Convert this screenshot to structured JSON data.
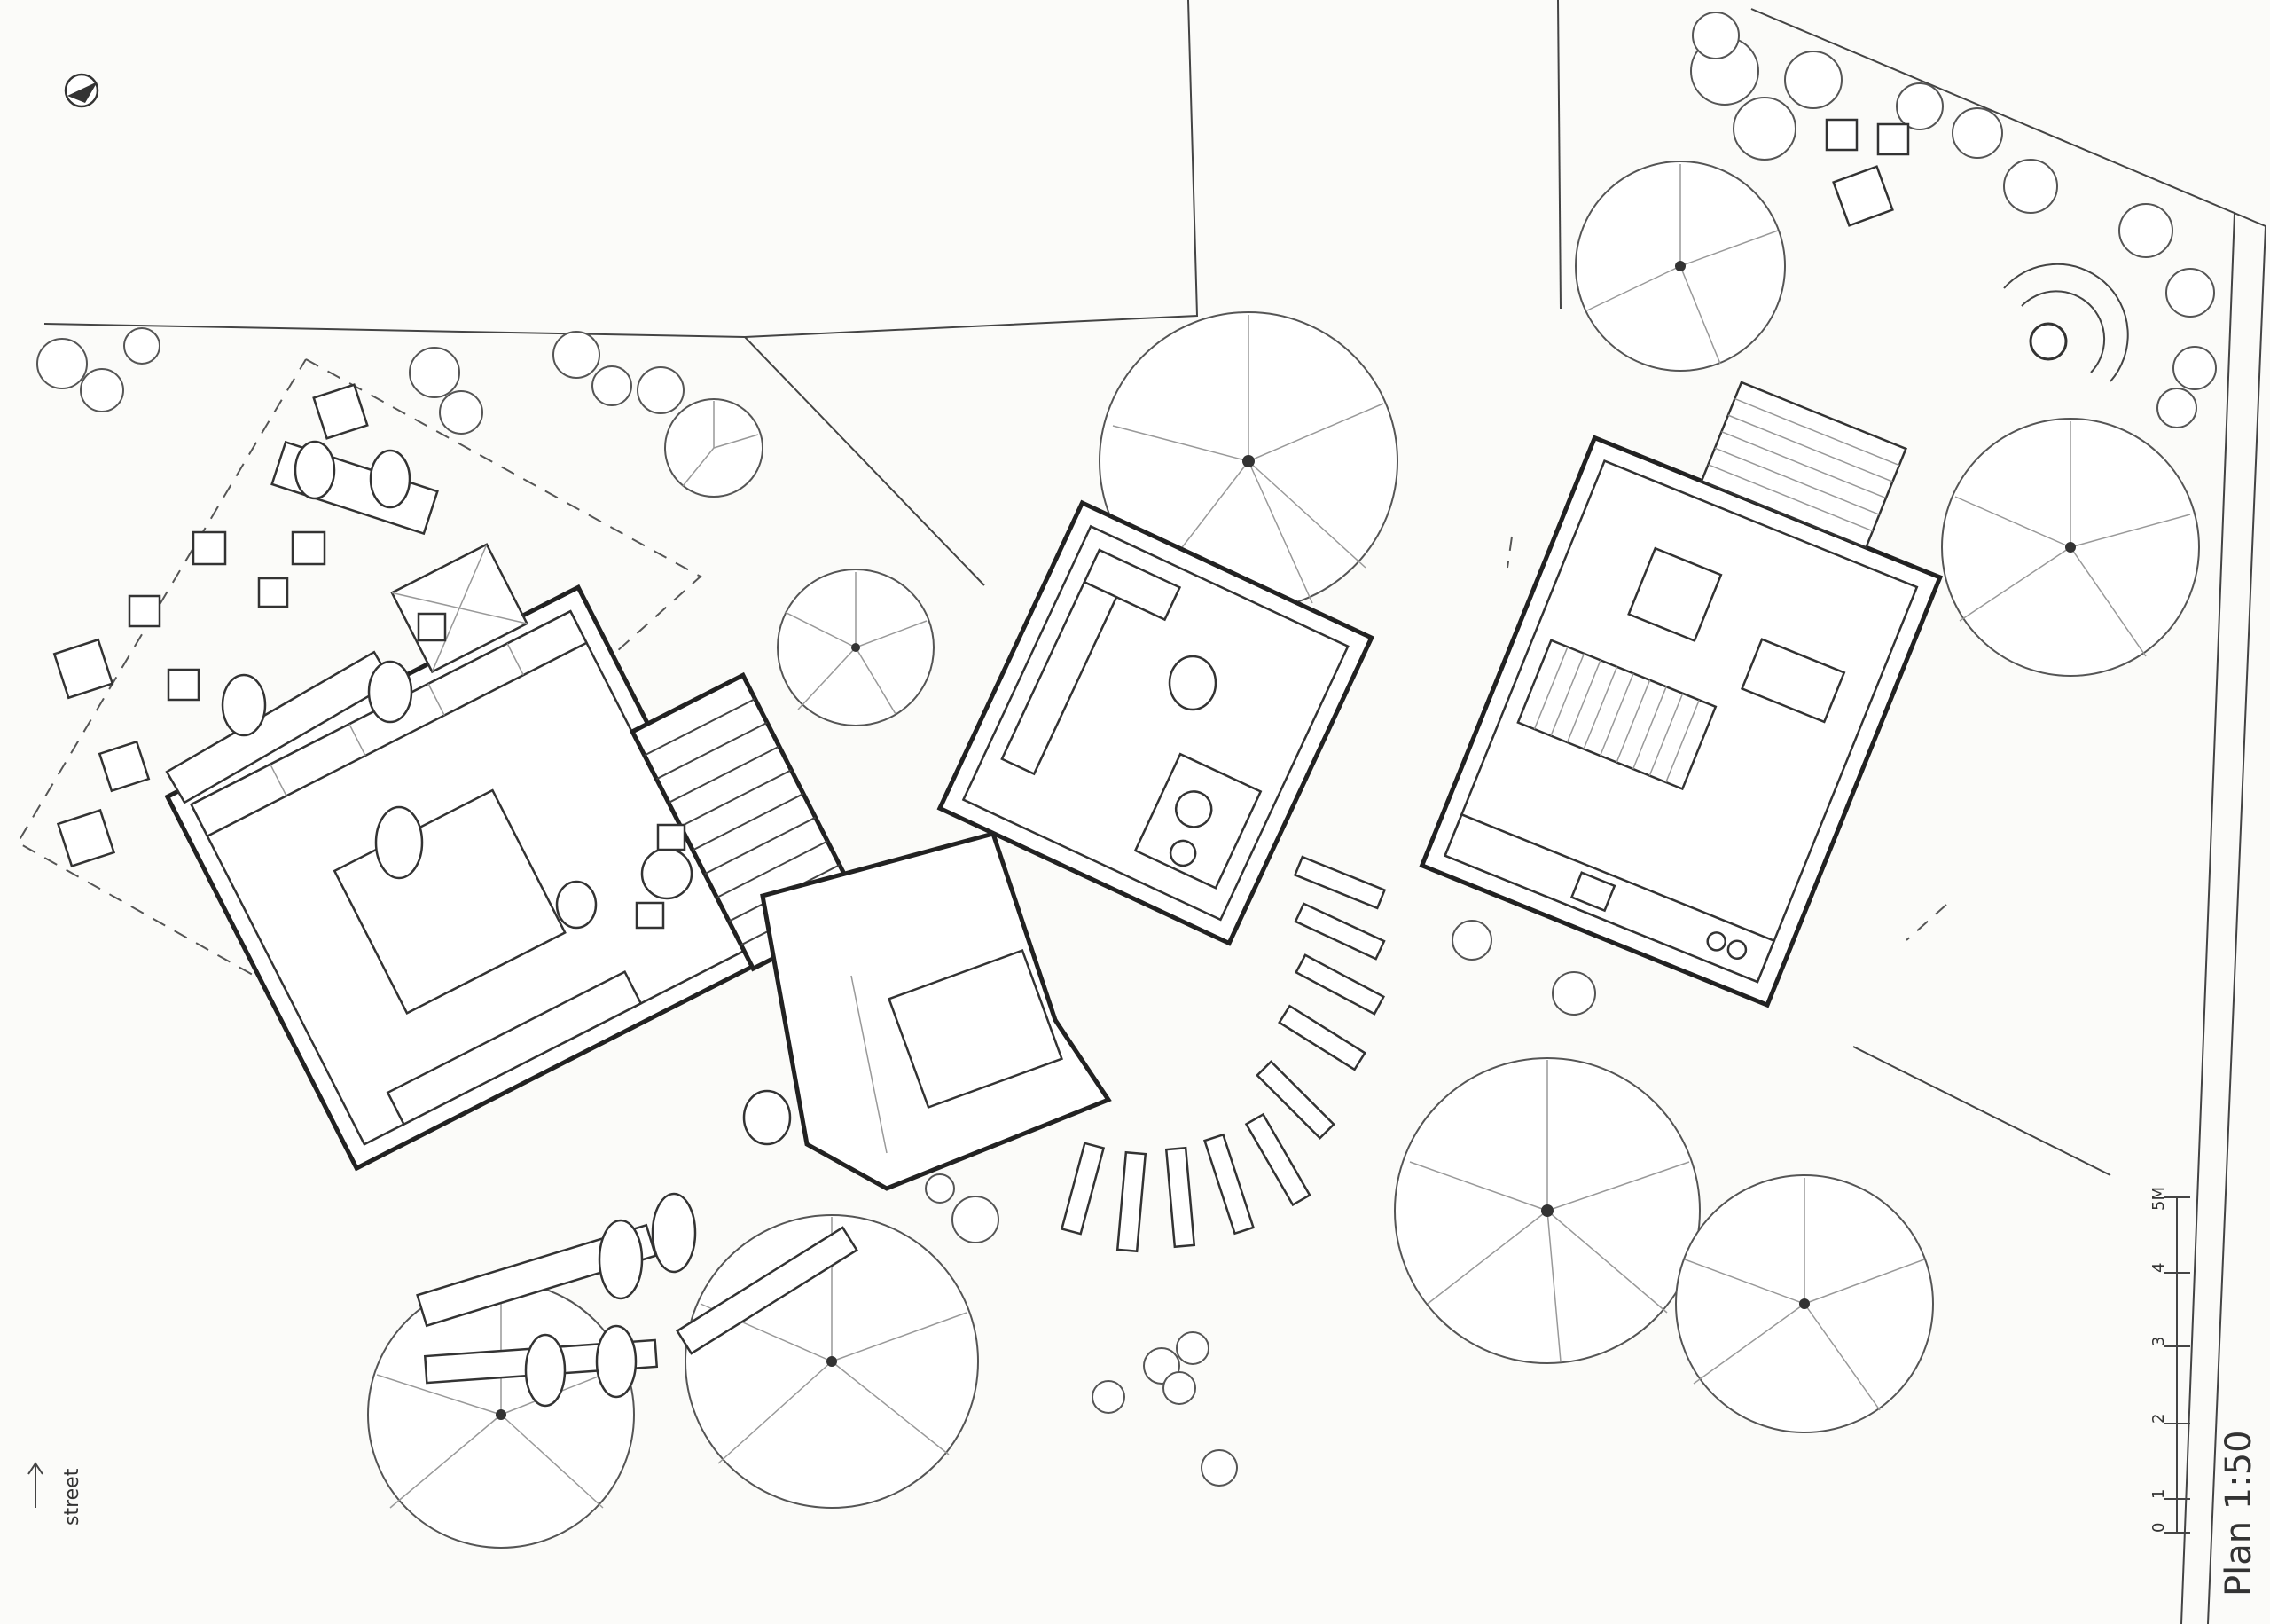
{
  "drawing": {
    "title": "Plan 1:50",
    "street_label": "street",
    "scale_bar": {
      "ticks": [
        "0",
        "1",
        "2",
        "3",
        "4",
        "5M"
      ]
    }
  },
  "colors": {
    "paper": "#fbfbf9",
    "pencil": "#333333"
  },
  "icons": [
    "north-arrow-icon",
    "street-arrow-icon"
  ]
}
